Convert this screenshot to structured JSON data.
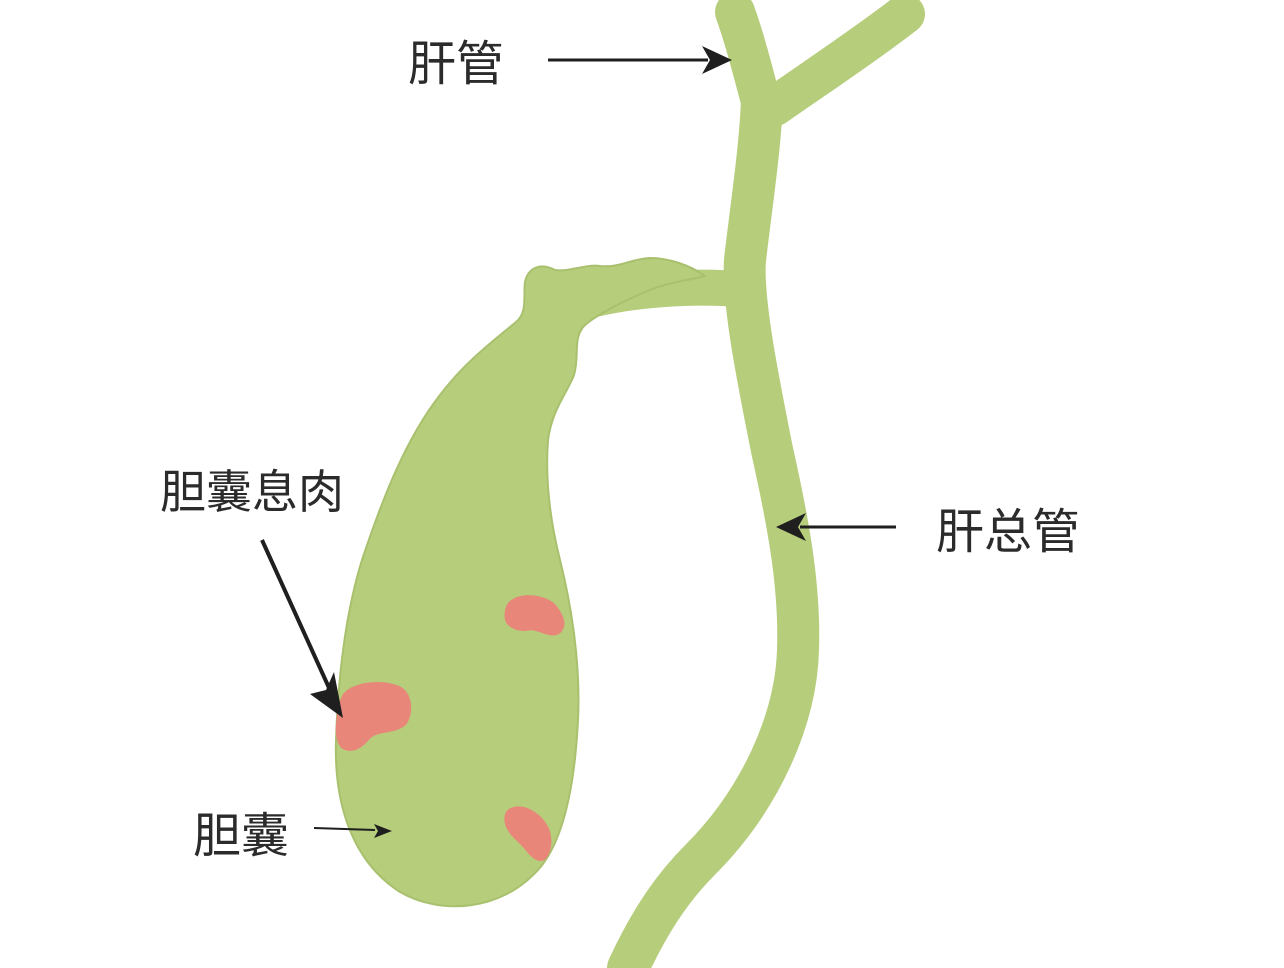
{
  "labels": {
    "hepatic_duct": "肝管",
    "common_hepatic_duct": "肝总管",
    "gallbladder_polyp": "胆囊息肉",
    "gallbladder": "胆囊"
  },
  "colors": {
    "organ_fill": "#b6cd7b",
    "polyp_fill": "#e8867a",
    "arrow": "#1f1f1f",
    "text": "#2b2b2b",
    "background": "#ffffff"
  }
}
